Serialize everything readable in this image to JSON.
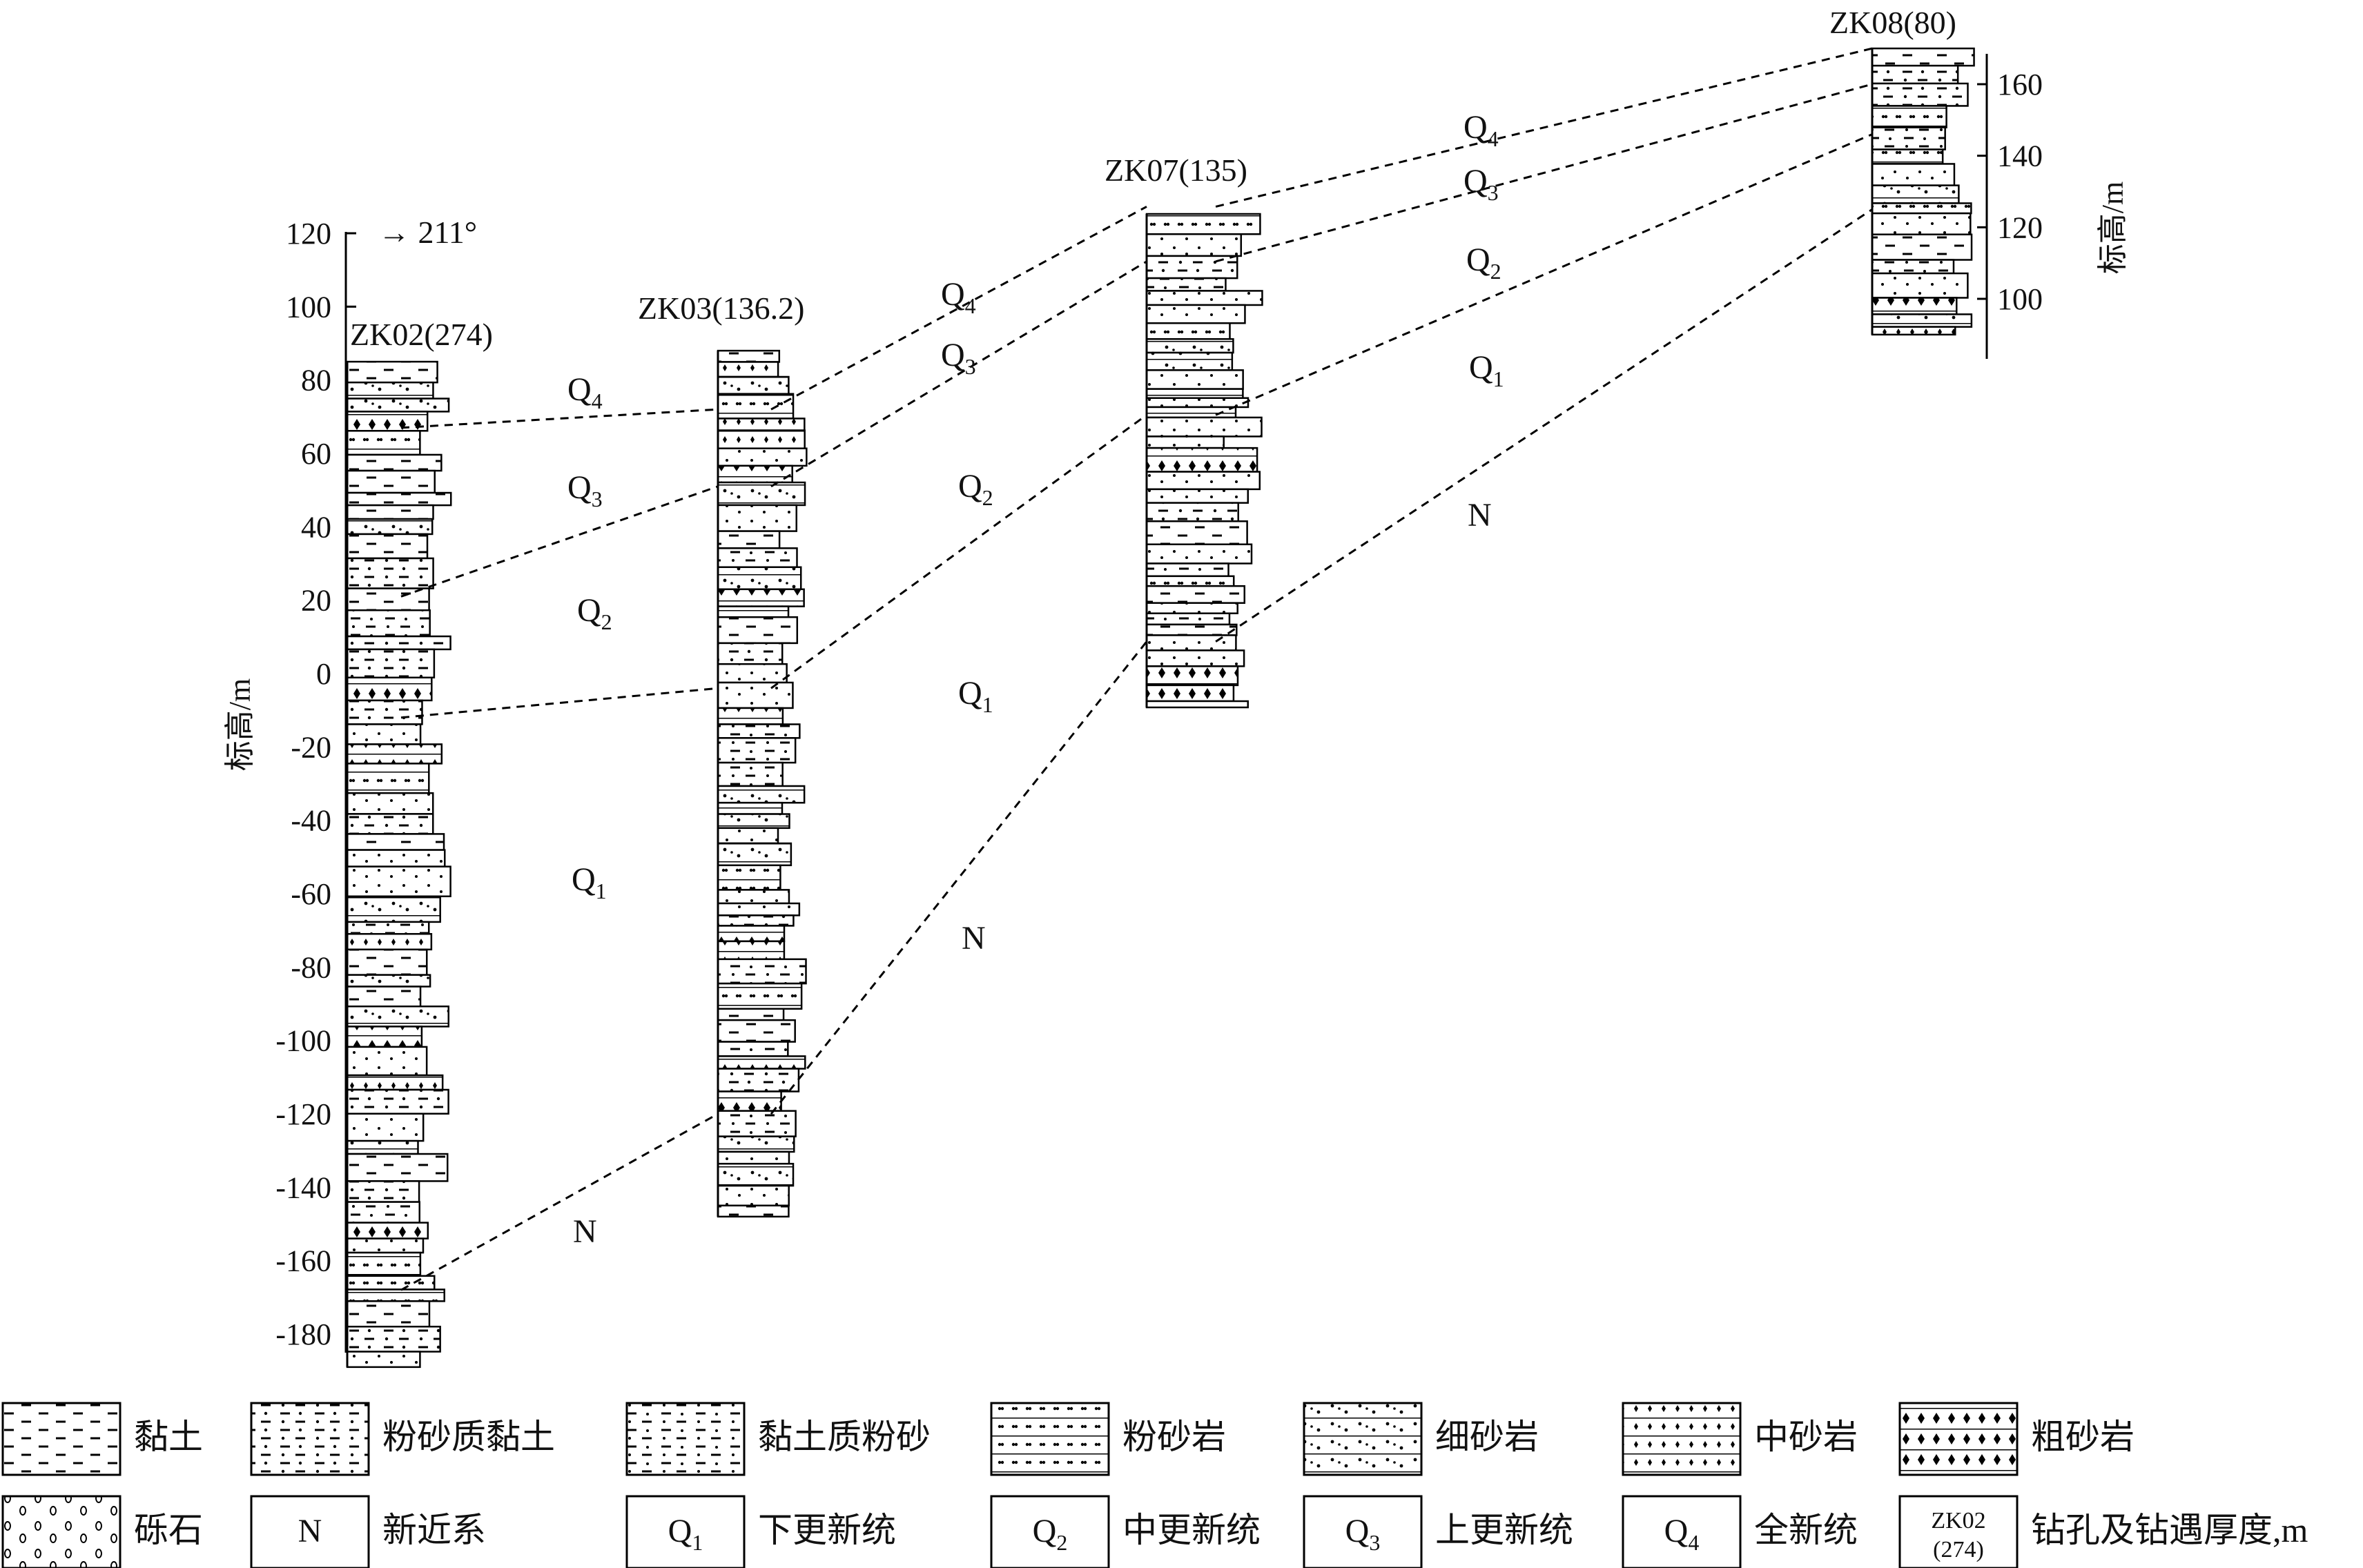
{
  "direction_label": "→ 211°",
  "left_axis": {
    "title": "标高/m",
    "ticks": [
      "120",
      "100",
      "80",
      "60",
      "40",
      "20",
      "0",
      "-20",
      "-40",
      "-60",
      "-80",
      "-100",
      "-120",
      "-140",
      "-160",
      "-180"
    ]
  },
  "right_axis": {
    "title": "标高/m",
    "ticks": [
      "160",
      "140",
      "120",
      "100"
    ]
  },
  "boreholes": [
    {
      "id": "ZK02",
      "label": "ZK02(274)",
      "top_elev": 85,
      "bottom_elev": -189
    },
    {
      "id": "ZK03",
      "label": "ZK03(136.2)",
      "top_elev": 88,
      "bottom_elev": -148
    },
    {
      "id": "ZK07",
      "label": "ZK07(135)",
      "top_elev": 125,
      "bottom_elev": -10
    },
    {
      "id": "ZK08",
      "label": "ZK08(80)",
      "top_elev": 170,
      "bottom_elev": 90
    }
  ],
  "strata_labels": [
    {
      "text": "Q",
      "sub": "4"
    },
    {
      "text": "Q",
      "sub": "3"
    },
    {
      "text": "Q",
      "sub": "2"
    },
    {
      "text": "Q",
      "sub": "1"
    },
    {
      "text": "N",
      "sub": ""
    },
    {
      "text": "Q",
      "sub": "4"
    },
    {
      "text": "Q",
      "sub": "3"
    },
    {
      "text": "Q",
      "sub": "2"
    },
    {
      "text": "Q",
      "sub": "1"
    },
    {
      "text": "N",
      "sub": ""
    },
    {
      "text": "Q",
      "sub": "4"
    },
    {
      "text": "Q",
      "sub": "3"
    },
    {
      "text": "Q",
      "sub": "2"
    },
    {
      "text": "Q",
      "sub": "1"
    },
    {
      "text": "N",
      "sub": ""
    }
  ],
  "boundaries": [
    {
      "name": "Q4/Q3",
      "elevations": [
        67,
        72,
        127,
        170
      ]
    },
    {
      "name": "Q3/Q2",
      "elevations": [
        21,
        51,
        112,
        160
      ]
    },
    {
      "name": "Q2/Q1",
      "elevations": [
        -12,
        -4,
        70,
        146
      ]
    },
    {
      "name": "Q1/N",
      "elevations": [
        -168,
        -120,
        8,
        125
      ]
    }
  ],
  "legend": [
    {
      "pattern": "clay",
      "label": "黏土"
    },
    {
      "pattern": "silty-clay",
      "label": "粉砂质黏土"
    },
    {
      "pattern": "clayey-silt",
      "label": "黏土质粉砂"
    },
    {
      "pattern": "siltstone",
      "label": "粉砂岩"
    },
    {
      "pattern": "fine-sandstone",
      "label": "细砂岩"
    },
    {
      "pattern": "medium-sandstone",
      "label": "中砂岩"
    },
    {
      "pattern": "coarse-sandstone",
      "label": "粗砂岩"
    },
    {
      "pattern": "gravel",
      "label": "砾石"
    },
    {
      "pattern": "neogene",
      "symbol": "N",
      "sub": "",
      "label": "新近系"
    },
    {
      "pattern": "q1",
      "symbol": "Q",
      "sub": "1",
      "label": "下更新统"
    },
    {
      "pattern": "q2",
      "symbol": "Q",
      "sub": "2",
      "label": "中更新统"
    },
    {
      "pattern": "q3",
      "symbol": "Q",
      "sub": "3",
      "label": "上更新统"
    },
    {
      "pattern": "q4",
      "symbol": "Q",
      "sub": "4",
      "label": "全新统"
    },
    {
      "pattern": "borehole",
      "symbol": "ZK02",
      "sub": "(274)",
      "label": "钻孔及钻遇厚度,m"
    }
  ]
}
